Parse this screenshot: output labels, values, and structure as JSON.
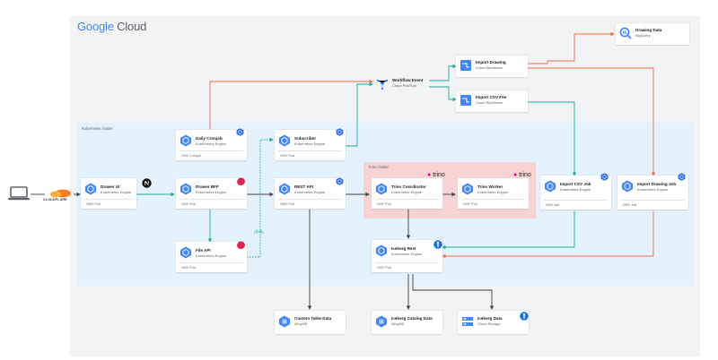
{
  "brand": {
    "google": "Google",
    "cloud": "Cloud"
  },
  "zones": {
    "kubernetes_cluster": "Kubernetes cluster",
    "trino_cluster": "Trino cluster"
  },
  "client": {
    "cloudflare": "CLOUDFLARE"
  },
  "nodes": {
    "drawer_ui": {
      "title": "Drawer UI",
      "subtitle": "Kubernetes Engine",
      "footer": "GKE Pod"
    },
    "daily_cronjob": {
      "title": "Daily Cronjob",
      "subtitle": "Kubernetes Engine",
      "footer": "GKE Cronjob"
    },
    "drawer_bff": {
      "title": "Drawer BFF",
      "subtitle": "Kubernetes Engine",
      "footer": "GKE Pod"
    },
    "file_api": {
      "title": "File API",
      "subtitle": "Kubernetes Engine",
      "footer": "GKE Pod"
    },
    "subscriber": {
      "title": "Subscriber",
      "subtitle": "Kubernetes Engine",
      "footer": "GKE Pod"
    },
    "rest_api": {
      "title": "REST API",
      "subtitle": "Kubernetes Engine",
      "footer": "GKE Pod"
    },
    "trino_coordinator": {
      "title": "Trino Coordinator",
      "subtitle": "Kubernetes Engine",
      "footer": "GKE Pod"
    },
    "trino_worker": {
      "title": "Trino Worker",
      "subtitle": "Kubernetes Engine",
      "footer": "GKE Pod"
    },
    "import_csv_job": {
      "title": "Import CSV Job",
      "subtitle": "Kubernetes Engine",
      "footer": "GKE Job"
    },
    "import_drawing_job": {
      "title": "Import Drawing Job",
      "subtitle": "Kubernetes Engine",
      "footer": "GKE Job"
    },
    "iceberg_rest": {
      "title": "Iceberg Rest",
      "subtitle": "Kubernetes Engine",
      "footer": "GKE Pod"
    },
    "workflow_event": {
      "title": "Workflow Event",
      "subtitle": "Cloud Pub/Sub"
    },
    "import_drawing": {
      "title": "Import Drawing",
      "subtitle": "Cloud Workflows"
    },
    "import_csv_file": {
      "title": "Import CSV File",
      "subtitle": "Cloud Workflows"
    },
    "drawing_data": {
      "title": "Drawing Data",
      "subtitle": "BigQuery"
    },
    "custom_table_data": {
      "title": "Custom Table Data",
      "subtitle": "AlloyDB"
    },
    "iceberg_catalog_data": {
      "title": "Iceberg Catalog Data",
      "subtitle": "AlloyDB"
    },
    "iceberg_data": {
      "title": "Iceberg Data",
      "subtitle": "Cloud Storage"
    }
  },
  "edge_labels": {
    "file_api_dashed": "(作成)"
  },
  "logos": {
    "trino": "trino"
  },
  "colors": {
    "gke_blue": "#4285f4",
    "green_edge": "#26a69a",
    "orange_edge": "#ef6c4a",
    "dark_edge": "#3c4043",
    "k8s_zone": "#e3f2fc",
    "trino_zone": "#f7d4d2"
  }
}
